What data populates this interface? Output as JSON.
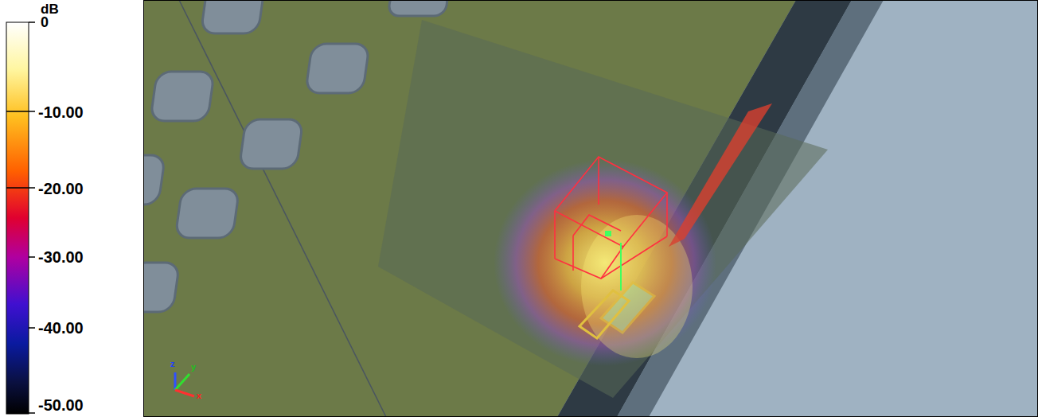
{
  "diagram": {
    "labels": [
      "dB",
      "0",
      "-10.00",
      "-20.00",
      "-30.00",
      "-40.00",
      "-50.00",
      "z",
      "y",
      "x"
    ]
  }
}
